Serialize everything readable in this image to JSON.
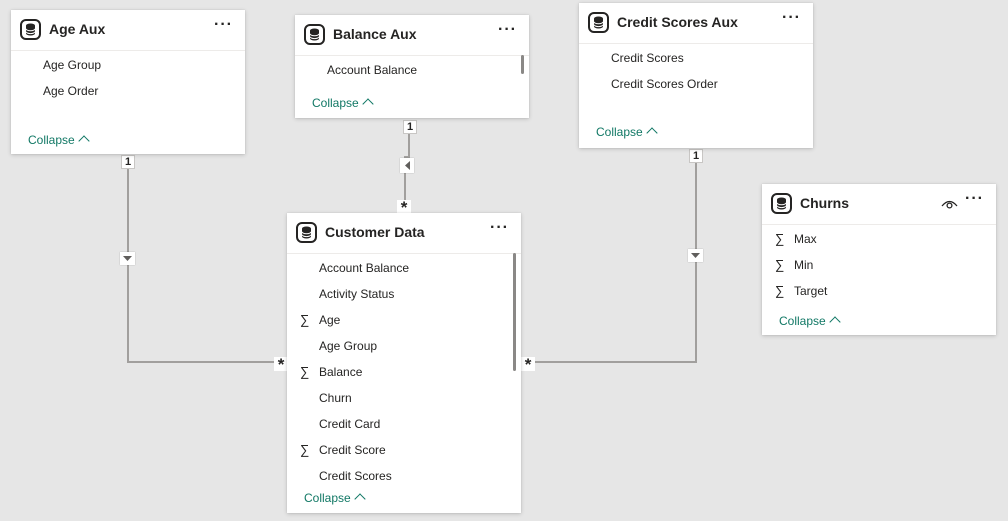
{
  "tables": {
    "age_aux": {
      "title": "Age Aux",
      "fields": [
        "Age Group",
        "Age Order"
      ],
      "collapse_label": "Collapse"
    },
    "balance_aux": {
      "title": "Balance Aux",
      "fields": [
        "Account Balance"
      ],
      "collapse_label": "Collapse"
    },
    "credit_scores_aux": {
      "title": "Credit Scores Aux",
      "fields": [
        "Credit Scores",
        "Credit Scores Order"
      ],
      "collapse_label": "Collapse"
    },
    "customer_data": {
      "title": "Customer Data",
      "fields": [
        "Account Balance",
        "Activity Status",
        "Age",
        "Age Group",
        "Balance",
        "Churn",
        "Credit Card",
        "Credit Score",
        "Credit Scores"
      ],
      "collapse_label": "Collapse"
    },
    "churns": {
      "title": "Churns",
      "fields": [
        "Max",
        "Min",
        "Target"
      ],
      "collapse_label": "Collapse"
    }
  },
  "common": {
    "more_glyph": "···",
    "sigma": "∑",
    "one": "1",
    "many": "*"
  },
  "colors": {
    "canvas": "#e6e6e6",
    "link": "#117865",
    "relationship_line": "#a19f9d"
  },
  "icons": [
    "table-icon",
    "more-options-icon",
    "eye-icon",
    "sigma-icon",
    "chevron-up-icon",
    "filter-direction-icon"
  ]
}
